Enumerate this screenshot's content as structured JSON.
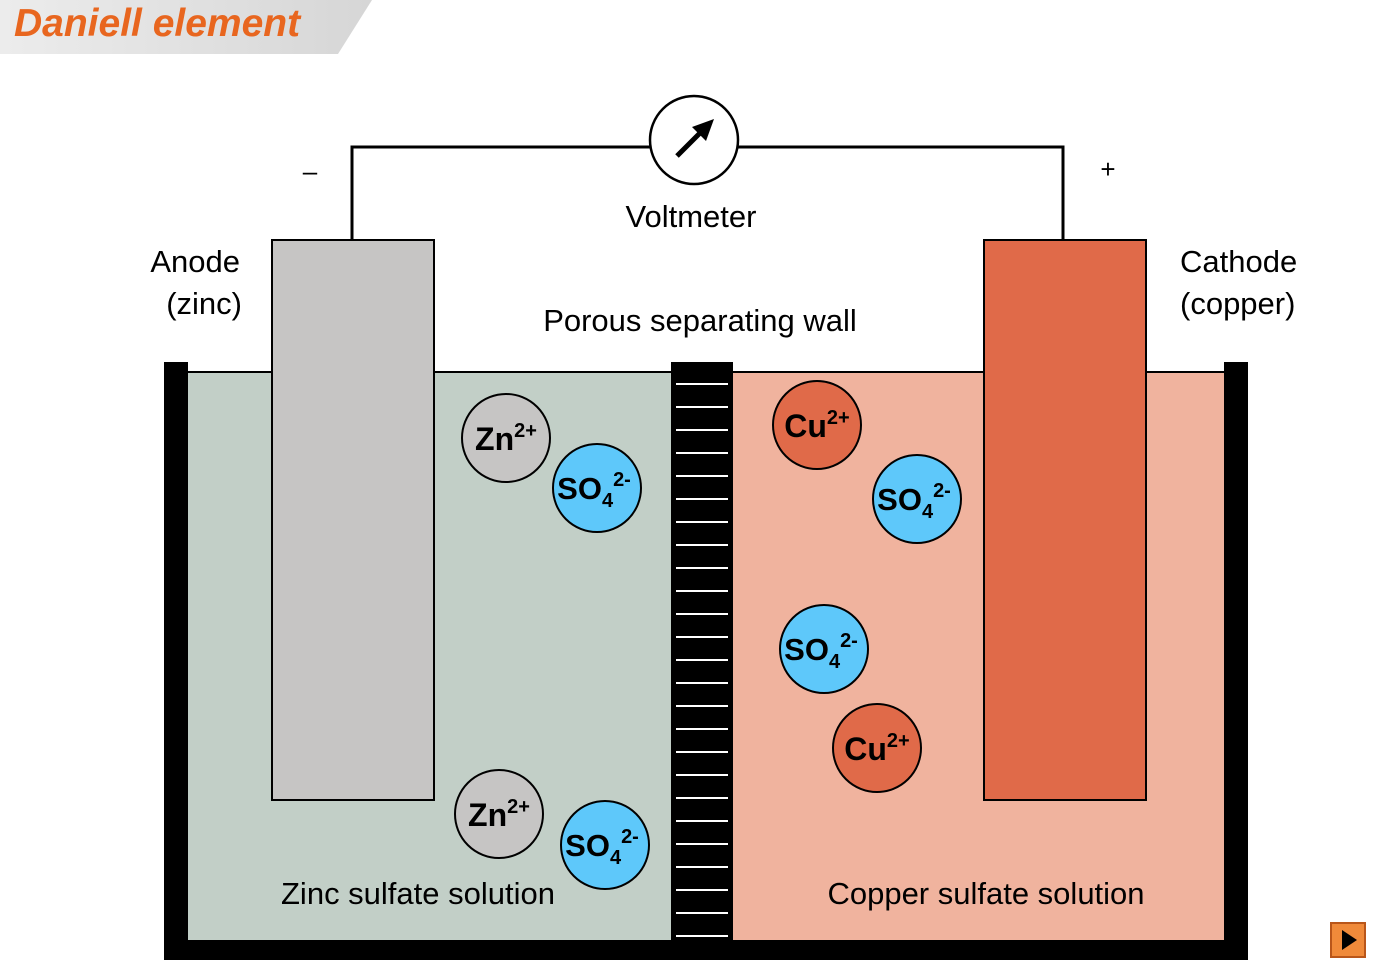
{
  "title": "Daniell element",
  "labels": {
    "minus": "–",
    "plus": "+",
    "voltmeter": "Voltmeter",
    "anode_line1": "Anode",
    "anode_line2": "(zinc)",
    "cathode_line1": "Cathode",
    "cathode_line2": "(copper)",
    "porous_wall": "Porous separating wall",
    "zinc_solution": "Zinc sulfate solution",
    "copper_solution": "Copper sulfate solution"
  },
  "ions": {
    "zn_base": "Zn",
    "zn_charge": "2+",
    "cu_base": "Cu",
    "cu_charge": "2+",
    "so4_base": "SO",
    "so4_sub": "4",
    "so4_charge": "2-"
  },
  "colors": {
    "title": "#e8661f",
    "zinc_solution": "#c2cfc7",
    "copper_solution": "#f0b39e",
    "zinc_electrode": "#c6c5c4",
    "copper_electrode": "#e06a49",
    "sulfate_ion": "#5ec8fa",
    "zinc_ion": "#c6c5c4",
    "copper_ion": "#e06a49"
  },
  "icons": {
    "voltmeter": "voltmeter-gauge-icon",
    "next": "play-next-icon"
  }
}
